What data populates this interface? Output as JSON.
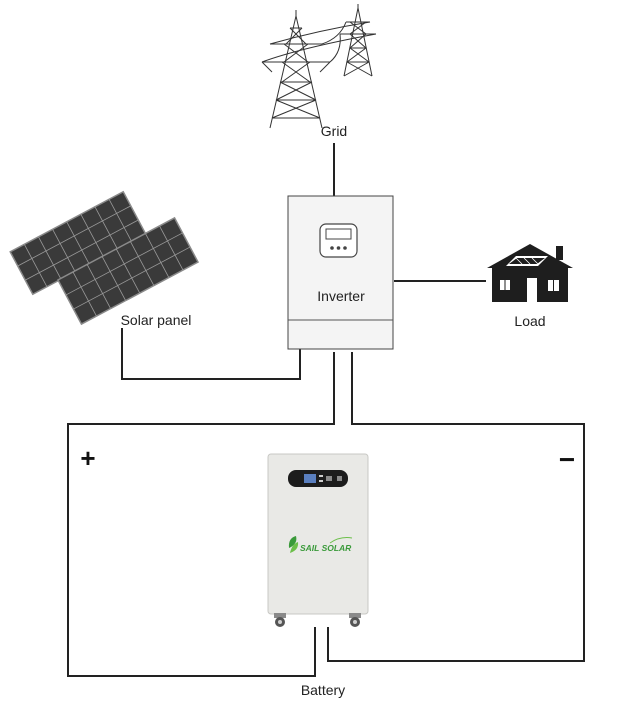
{
  "labels": {
    "grid": "Grid",
    "inverter": "Inverter",
    "solar_panel": "Solar panel",
    "load": "Load",
    "battery": "Battery",
    "positive": "+",
    "negative": "−"
  },
  "battery_brand": {
    "name": "SAIL SOLAR"
  },
  "colors": {
    "wire": "#222222",
    "solar_cell": "#3a3a3a",
    "inverter_body": "#f4f4f4",
    "battery_body": "#e9e9e6",
    "battery_display": "#1c1c1c",
    "brand_green": "#3a9a3a",
    "house": "#1e1e1e"
  }
}
